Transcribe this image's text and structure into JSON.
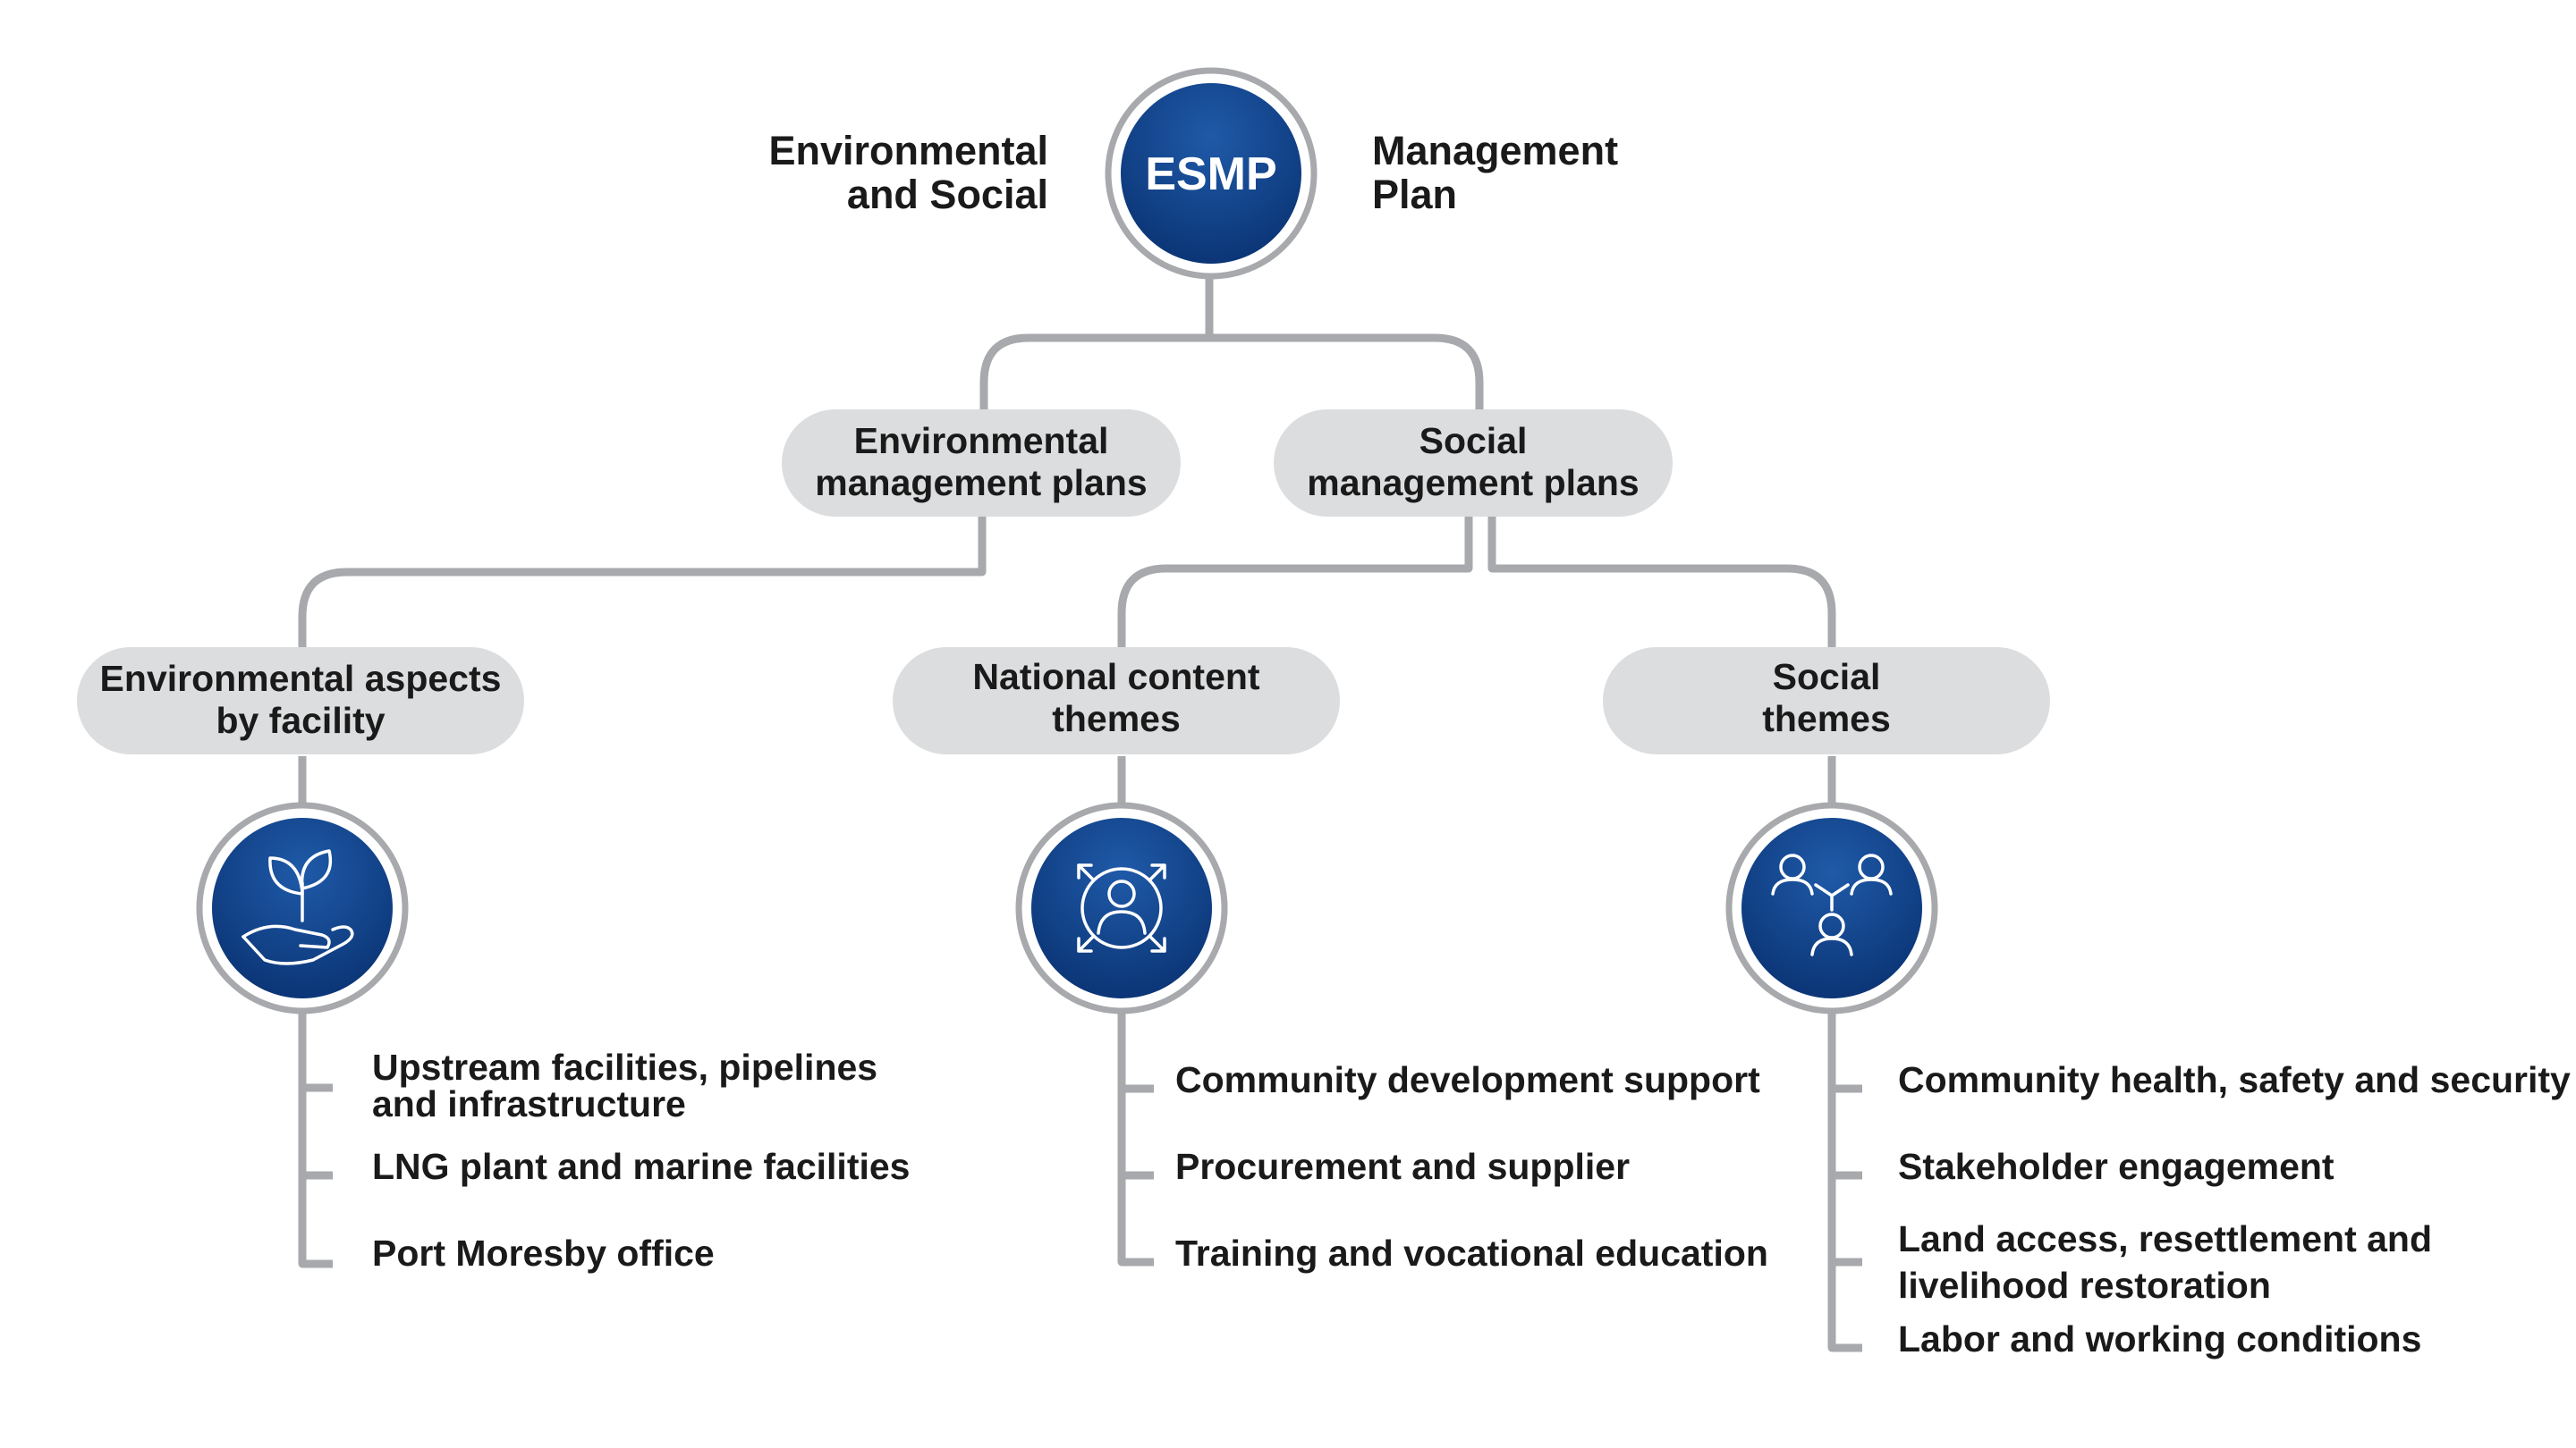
{
  "root": {
    "label": "ESMP",
    "left_caption": [
      "Environmental",
      "and Social"
    ],
    "right_caption": [
      "Management",
      "Plan"
    ]
  },
  "level1": [
    {
      "label": [
        "Environmental",
        "management plans"
      ]
    },
    {
      "label": [
        "Social",
        "management plans"
      ]
    }
  ],
  "level2": [
    {
      "label": [
        "Environmental aspects",
        "by facility"
      ],
      "icon": "hand-with-leaves-icon",
      "items": [
        [
          "Upstream facilities, pipelines",
          "and infrastructure"
        ],
        [
          "LNG plant and marine facilities"
        ],
        [
          "Port Moresby office"
        ]
      ]
    },
    {
      "label": [
        "National content",
        "themes"
      ],
      "icon": "person-in-target-icon",
      "items": [
        [
          "Community development support"
        ],
        [
          "Procurement and supplier"
        ],
        [
          "Training and vocational education"
        ]
      ]
    },
    {
      "label": [
        "Social",
        "themes"
      ],
      "icon": "people-network-icon",
      "items": [
        [
          "Community health, safety and security"
        ],
        [
          "Stakeholder engagement"
        ],
        [
          "Land access, resettlement and",
          "livelihood restoration"
        ],
        [
          "Labor and working conditions"
        ]
      ]
    }
  ],
  "colors": {
    "disc_gradient_top": "#1f5aa8",
    "disc_gradient_bottom": "#0b3576",
    "connector": "#a7a9ac",
    "pill": "#dcdddf",
    "text": "#1a1a1a"
  }
}
